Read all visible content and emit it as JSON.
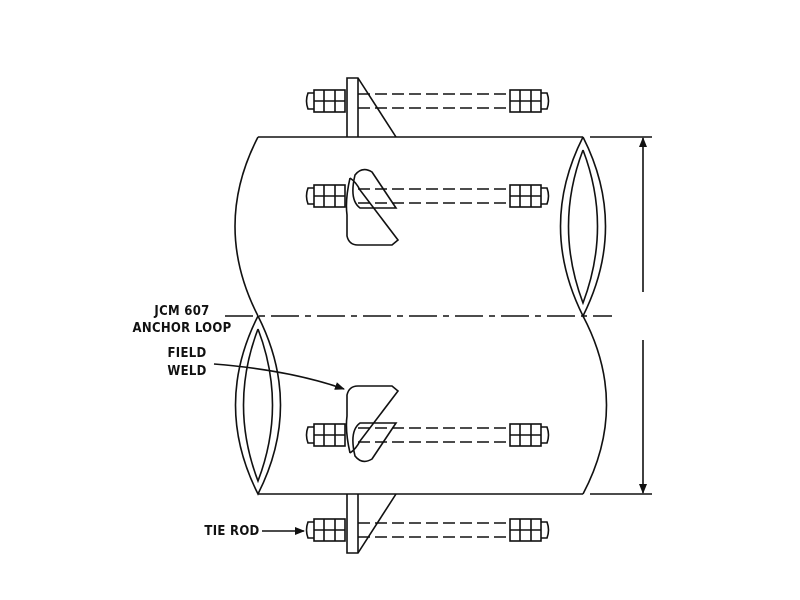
{
  "labels": {
    "anchor_line1": "JCM 607",
    "anchor_line2": "ANCHOR LOOP",
    "weld_line1": "FIELD",
    "weld_line2": "WELD",
    "tie_rod": "TIE ROD"
  }
}
